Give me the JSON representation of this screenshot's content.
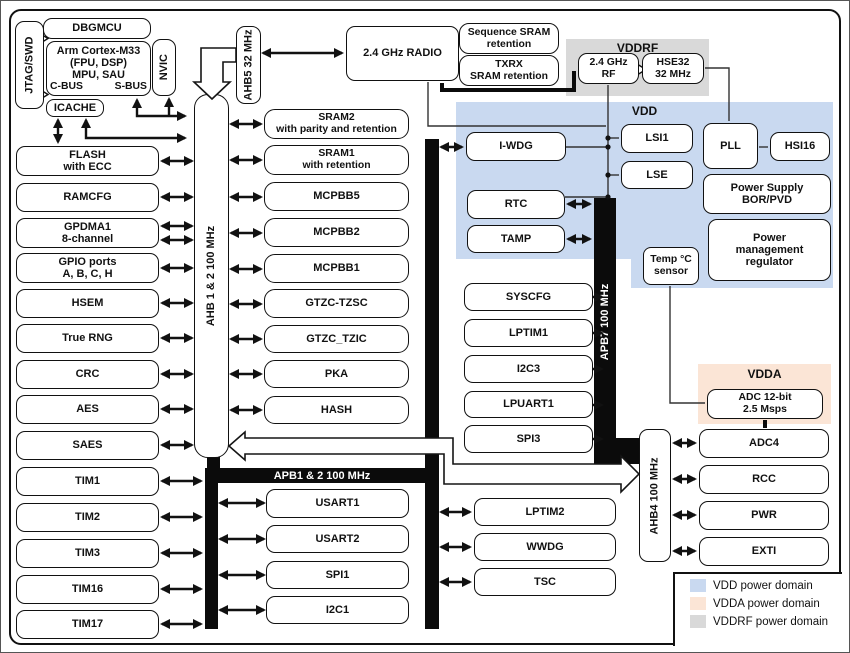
{
  "cpu": {
    "jtag": "JTAG/SWD",
    "dbgmcu": "DBGMCU",
    "cortex_line1": "Arm Cortex-M33",
    "cortex_line2": "(FPU, DSP)",
    "cortex_line3": "MPU, SAU",
    "cbus": "C-BUS",
    "sbus": "S-BUS",
    "nvic": "NVIC",
    "icache": "ICACHE"
  },
  "radio": {
    "main": "2.4 GHz RADIO",
    "seq_sram": "Sequence SRAM\nretention",
    "txrx_sram": "TXRX\nSRAM retention"
  },
  "buses": {
    "ahb12": "AHB 1 & 2 100 MHz",
    "apb12": "APB1 & 2 100 MHz",
    "ahb5": "AHB5 32 MHz",
    "apb7": "APB7 100 MHz",
    "ahb4": "AHB4 100 MHz"
  },
  "domains": {
    "vdd": "VDD",
    "vdda": "VDDA",
    "vddrf": "VDDRF"
  },
  "vddrf_blocks": {
    "rf": "2.4 GHz\nRF",
    "hse": "HSE32\n32 MHz"
  },
  "vdd_blocks": {
    "iwdg": "I-WDG",
    "lsi1": "LSI1",
    "lse": "LSE",
    "rtc": "RTC",
    "tamp": "TAMP",
    "pll": "PLL",
    "hsi16": "HSI16",
    "psu": "Power Supply\nBOR/PVD",
    "pmr": "Power\nmanagement\nregulator",
    "temp": "Temp °C\nsensor"
  },
  "vdda_blocks": {
    "adc": "ADC 12-bit\n2.5 Msps"
  },
  "left_column": [
    "FLASH\nwith ECC",
    "RAMCFG",
    "GPDMA1\n8-channel",
    "GPIO ports\nA, B, C, H",
    "HSEM",
    "True RNG",
    "CRC",
    "AES",
    "SAES",
    "TIM1",
    "TIM2",
    "TIM3",
    "TIM16",
    "TIM17"
  ],
  "ahb_column": [
    "SRAM2\nwith parity and retention",
    "SRAM1\nwith retention",
    "MCPBB5",
    "MCPBB2",
    "MCPBB1",
    "GTZC-TZSC",
    "GTZC_TZIC",
    "PKA",
    "HASH"
  ],
  "apb12_column": [
    "USART1",
    "USART2",
    "SPI1",
    "I2C1"
  ],
  "apb7_column": [
    "SYSCFG",
    "LPTIM1",
    "I2C3",
    "LPUART1",
    "SPI3"
  ],
  "apb_right_column": [
    "LPTIM2",
    "WWDG",
    "TSC"
  ],
  "ahb4_column": [
    "ADC4",
    "RCC",
    "PWR",
    "EXTI"
  ],
  "legend": {
    "items": [
      {
        "label": "VDD power domain",
        "color": "#c9d9f0"
      },
      {
        "label": "VDDA power domain",
        "color": "#fbe5d6"
      },
      {
        "label": "VDDRF power domain",
        "color": "#d9d9d9"
      }
    ]
  }
}
